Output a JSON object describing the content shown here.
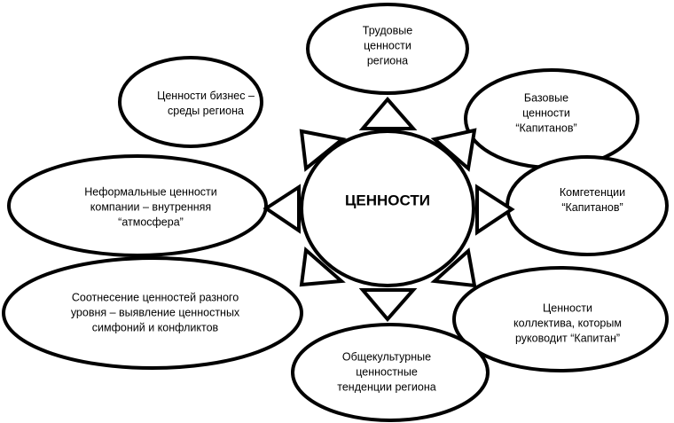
{
  "center": {
    "label": "ЦЕННОСТИ"
  },
  "nodes": [
    {
      "id": "top",
      "lines": [
        "Трудовые",
        "ценности",
        "региона"
      ]
    },
    {
      "id": "top-left",
      "lines": [
        "Ценности бизнес –",
        "среды региона"
      ]
    },
    {
      "id": "top-right",
      "lines": [
        "Базовые",
        "ценности",
        "“Капитанов”"
      ]
    },
    {
      "id": "left",
      "lines": [
        "Неформальные ценности",
        "компании – внутренняя",
        "“атмосфера”"
      ]
    },
    {
      "id": "right",
      "lines": [
        "Комгетенции",
        "“Капитанов”"
      ]
    },
    {
      "id": "bottom-left",
      "lines": [
        "Соотнесение ценностей разного",
        "уровня – выявление ценностных",
        "симфоний и конфликтов"
      ]
    },
    {
      "id": "bottom-right",
      "lines": [
        "Ценности",
        "коллектива, которым",
        "руководит “Капитан”"
      ]
    },
    {
      "id": "bottom",
      "lines": [
        "Общекультурные",
        "ценностные",
        "тенденции региона"
      ]
    }
  ],
  "colors": {
    "stroke": "#000000",
    "fill": "#ffffff"
  }
}
